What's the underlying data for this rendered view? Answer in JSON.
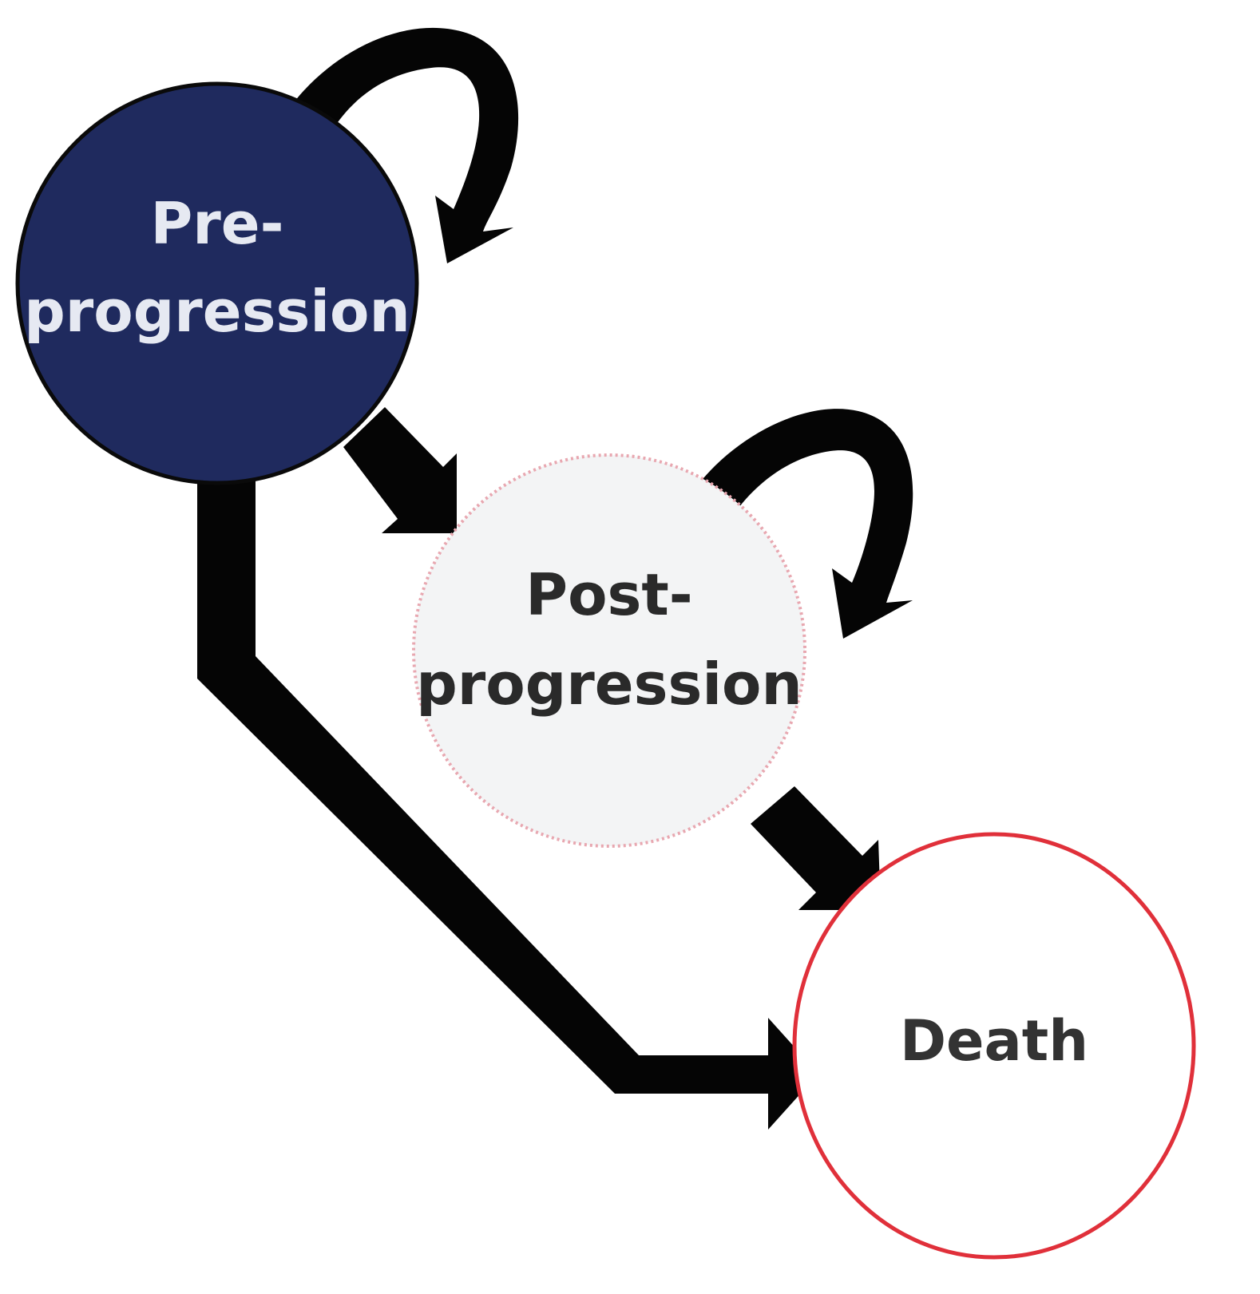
{
  "diagram": {
    "type": "state-transition",
    "colors": {
      "pre_fill": "#1f2a5e",
      "pre_text": "#e6e9f2",
      "post_fill": "#f3f4f5",
      "post_stroke": "#e8a7b0",
      "post_text": "#2a2a2a",
      "death_fill": "#ffffff",
      "death_stroke": "#e0303a",
      "death_text": "#333333",
      "arrow": "#050505"
    },
    "nodes": [
      {
        "id": "pre",
        "line1": "Pre-",
        "line2": "progression"
      },
      {
        "id": "post",
        "line1": "Post-",
        "line2": "progression"
      },
      {
        "id": "death",
        "label": "Death"
      }
    ],
    "edges": [
      {
        "from": "pre",
        "to": "pre",
        "kind": "self-loop"
      },
      {
        "from": "pre",
        "to": "post",
        "kind": "transition"
      },
      {
        "from": "pre",
        "to": "death",
        "kind": "transition"
      },
      {
        "from": "post",
        "to": "post",
        "kind": "self-loop"
      },
      {
        "from": "post",
        "to": "death",
        "kind": "transition"
      }
    ]
  }
}
